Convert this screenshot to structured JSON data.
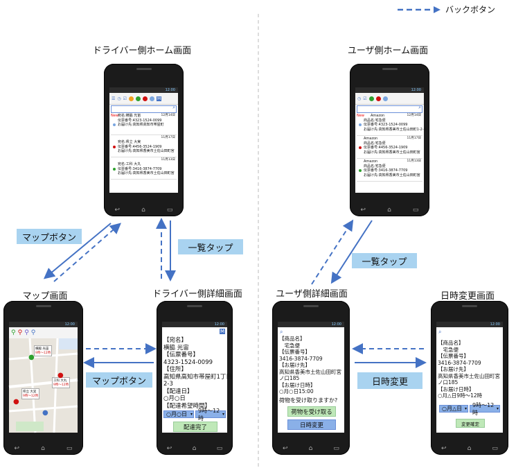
{
  "legend": {
    "label": "バックボタン"
  },
  "titles": {
    "driver_home": "ドライバー側ホーム画面",
    "user_home": "ユーザ側ホーム画面",
    "map": "マップ画面",
    "driver_detail": "ドライバー側詳細画面",
    "user_detail": "ユーザ側詳細画面",
    "date_change": "日時変更画面"
  },
  "labels": {
    "map_button_1": "マップボタン",
    "list_tap_1": "一覧タップ",
    "list_tap_2": "一覧タップ",
    "map_button_2": "マップボタン",
    "date_change": "日時変更"
  },
  "status_time": "12:00",
  "driver_home": {
    "items": [
      {
        "new": "New",
        "name": "宛名:横脇 光宙",
        "tracking": "伝票番号:4323-1524-0099",
        "address": "お届け先:高知県高知市帯屋町",
        "date": "12月14日",
        "color": "#7aa6e0"
      },
      {
        "new": "",
        "name": "宛名:県立 大実",
        "tracking": "伝票番号:4456-3524-1909",
        "address": "お届け先:高知県香美市土佐山田町宮",
        "date": "11月17日",
        "color": "#d01010"
      },
      {
        "new": "",
        "name": "宛名:工科 大丸",
        "tracking": "伝票番号:3416-3874-7709",
        "address": "お届け先:高知県香美市土佐山田町宮",
        "date": "11月13日",
        "color": "#2ea02e"
      }
    ]
  },
  "user_home": {
    "items": [
      {
        "new": "New",
        "shop": "Amazon",
        "name": "商品名:宅急便",
        "tracking": "伝票番号:4323-1524-0099",
        "address": "お届け先:高知県香美市土佐山田町1-2-3",
        "date": "12月14日",
        "color": "#7aa6e0"
      },
      {
        "new": "",
        "shop": "Amazon",
        "name": "商品名:宅急便",
        "tracking": "伝票番号:4456-3524-1909",
        "address": "お届け先:高知県香美市土佐山田町宮",
        "date": "11月17日",
        "color": "#d01010"
      },
      {
        "new": "",
        "shop": "Amazon",
        "name": "商品名:宅急便",
        "tracking": "伝票番号:3416-3874-7709",
        "address": "お届け先:高知県香美市土佐山田町宮",
        "date": "11月13日",
        "color": "#2ea02e"
      }
    ]
  },
  "driver_detail": {
    "lines": [
      "【宛名】",
      "横脇 光宙",
      "【伝票番号】",
      "4323-1524-0099",
      "【住所】",
      "高知県高知市帯屋町1丁目",
      "2-3",
      "【配達日】",
      "○月○日",
      "【配達希望時間】"
    ],
    "date_select": "○月○日",
    "time_select": "9時～12時",
    "complete_button": "配達完了"
  },
  "user_detail": {
    "lines": [
      "【商品名】",
      "　宅急便",
      "【伝票番号】",
      "3416-3874-7709",
      "【お届け先】",
      "高知県香美市土佐山田町宮",
      "ノ口185",
      "【お届け日時】",
      "○月○日15:00"
    ],
    "question": "荷物を受け取りますか?",
    "receive_button": "荷物を受け取る",
    "change_button": "日時変更"
  },
  "date_change": {
    "lines": [
      "【商品名】",
      "　宅急便",
      "【伝票番号】",
      "3416-3874-7709",
      "【お届け先】",
      "高知県香美市土佐山田町宮",
      "ノ口185",
      "【お届け日時】",
      "○月△日9時～12時"
    ],
    "date_select": "○月△日",
    "time_select": "9時～12時",
    "confirm_button": "変更確定"
  },
  "map": {
    "labels": [
      {
        "name": "横脇 光宙",
        "time": "9時～12時"
      },
      {
        "name": "工科 大丸",
        "time": "9時～12時"
      },
      {
        "name": "県立 大実",
        "time": "9時～12時"
      }
    ]
  },
  "colors": {
    "arrow": "#4472c4",
    "label_bg": "#a9d3f0",
    "divider": "#bbbbbb"
  }
}
